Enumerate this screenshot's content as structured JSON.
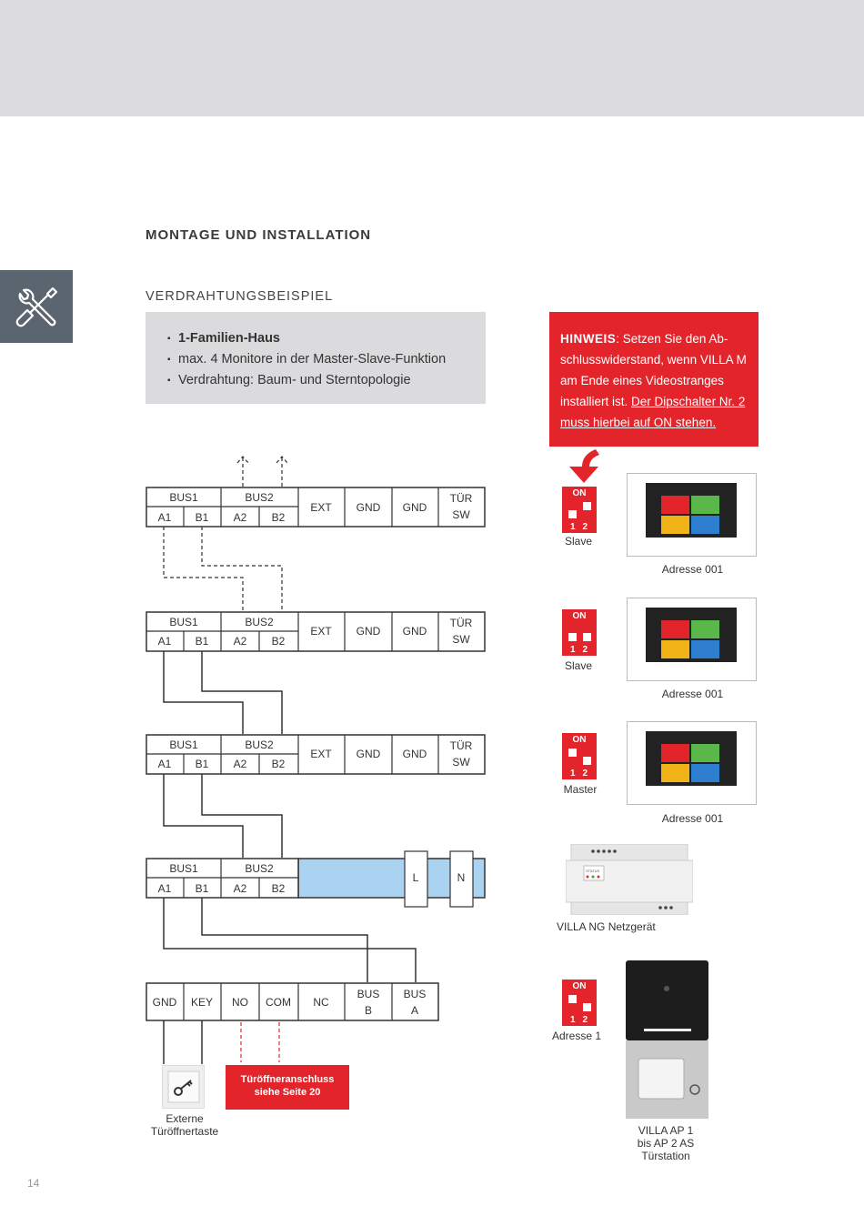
{
  "header": {
    "section_title": "MONTAGE UND INSTALLATION",
    "sub_title": "VERDRAHTUNGSBEISPIEL"
  },
  "info": {
    "items": [
      "1-Familien-Haus",
      "max. 4 Monitore in der Master-Slave-Funktion",
      "Verdrahtung: Baum- und Sterntopologie"
    ]
  },
  "hint": {
    "label": "HINWEIS",
    "text": ": Setzen Sie den Ab-schlusswiderstand, wenn VILLA M am Ende eines Videostranges installiert ist. ",
    "underlined": "Der Dipschalter Nr. 2 muss hierbei auf ON stehen."
  },
  "terminal": {
    "bus1": "BUS1",
    "bus2": "BUS2",
    "a1": "A1",
    "b1": "B1",
    "a2": "A2",
    "b2": "B2",
    "ext": "EXT",
    "gnd": "GND",
    "tuer": "TÜR",
    "sw": "SW",
    "l": "L",
    "n": "N"
  },
  "door_terminal": {
    "gnd": "GND",
    "key": "KEY",
    "no": "NO",
    "com": "COM",
    "nc": "NC",
    "bus": "BUS",
    "b": "B",
    "a": "A"
  },
  "devices": {
    "monitor1": {
      "role": "Slave",
      "address": "Adresse 001"
    },
    "monitor2": {
      "role": "Slave",
      "address": "Adresse 001"
    },
    "monitor3": {
      "role": "Master",
      "address": "Adresse 001"
    },
    "psu": {
      "label": "VILLA NG Netzgerät",
      "status": "STATUS"
    },
    "door": {
      "address": "Adresse 1",
      "label1": "VILLA  AP 1",
      "label2": "bis AP 2 AS",
      "label3": "Türstation"
    }
  },
  "dip": {
    "on": "ON",
    "one": "1",
    "two": "2"
  },
  "key_button": {
    "line1": "Externe",
    "line2": "Türöffnertaste"
  },
  "door_opener": {
    "line1": "Türöffneranschluss",
    "line2": "siehe Seite 20"
  },
  "page_number": "14",
  "colors": {
    "accent": "#e3242b",
    "band": "#dcdcdf",
    "psu_area": "#a9d3f0",
    "tab": "#5b6570"
  }
}
